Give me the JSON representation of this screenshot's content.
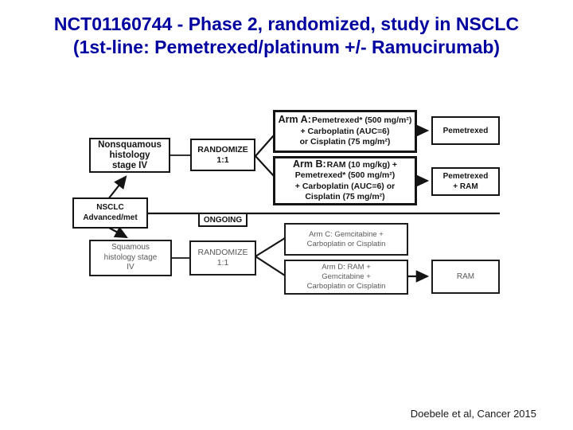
{
  "title": {
    "line1": "NCT01160744 - Phase 2, randomized, study in NSCLC",
    "line2": "(1st-line: Pemetrexed/platinum +/- Ramucirumab)",
    "color": "#0000A0"
  },
  "citation": "Doebele et al, Cancer 2015",
  "colors": {
    "box_border": "#141414",
    "emphasis_text": "#141414",
    "deemphasized_text": "#595959",
    "line": "#141414"
  },
  "diagram": {
    "nsclc": {
      "label": "NSCLC\nAdvanced/met"
    },
    "nonsquamous": {
      "label": "Nonsquamous\nhistology\nstage IV"
    },
    "squamous": {
      "label": "Squamous\nhistology stage\nIV"
    },
    "randomize_top": {
      "label": "RANDOMIZE\n1:1"
    },
    "randomize_bottom": {
      "label": "RANDOMIZE\n1:1"
    },
    "ongoing": {
      "label": "ONGOING"
    },
    "arm_a": {
      "prefix": "Arm A:",
      "body": "Pemetrexed* (500 mg/m²)\n+ Carboplatin (AUC=6)\nor Cisplatin (75 mg/m²)"
    },
    "arm_b": {
      "prefix": "Arm B:",
      "body": "RAM (10 mg/kg) +\nPemetrexed* (500 mg/m²)\n+ Carboplatin (AUC=6) or\nCisplatin (75 mg/m²)"
    },
    "arm_c": {
      "label": "Arm C: Gemcitabine +\nCarboplatin or Cisplatin"
    },
    "arm_d": {
      "label": "Arm D: RAM +\nGemcitabine +\nCarboplatin or Cisplatin"
    },
    "maintenance_pemetrexed": {
      "label": "Pemetrexed"
    },
    "maintenance_pemetrexed_ram": {
      "label": "Pemetrexed\n+ RAM"
    },
    "maintenance_ram": {
      "label": "RAM"
    }
  }
}
